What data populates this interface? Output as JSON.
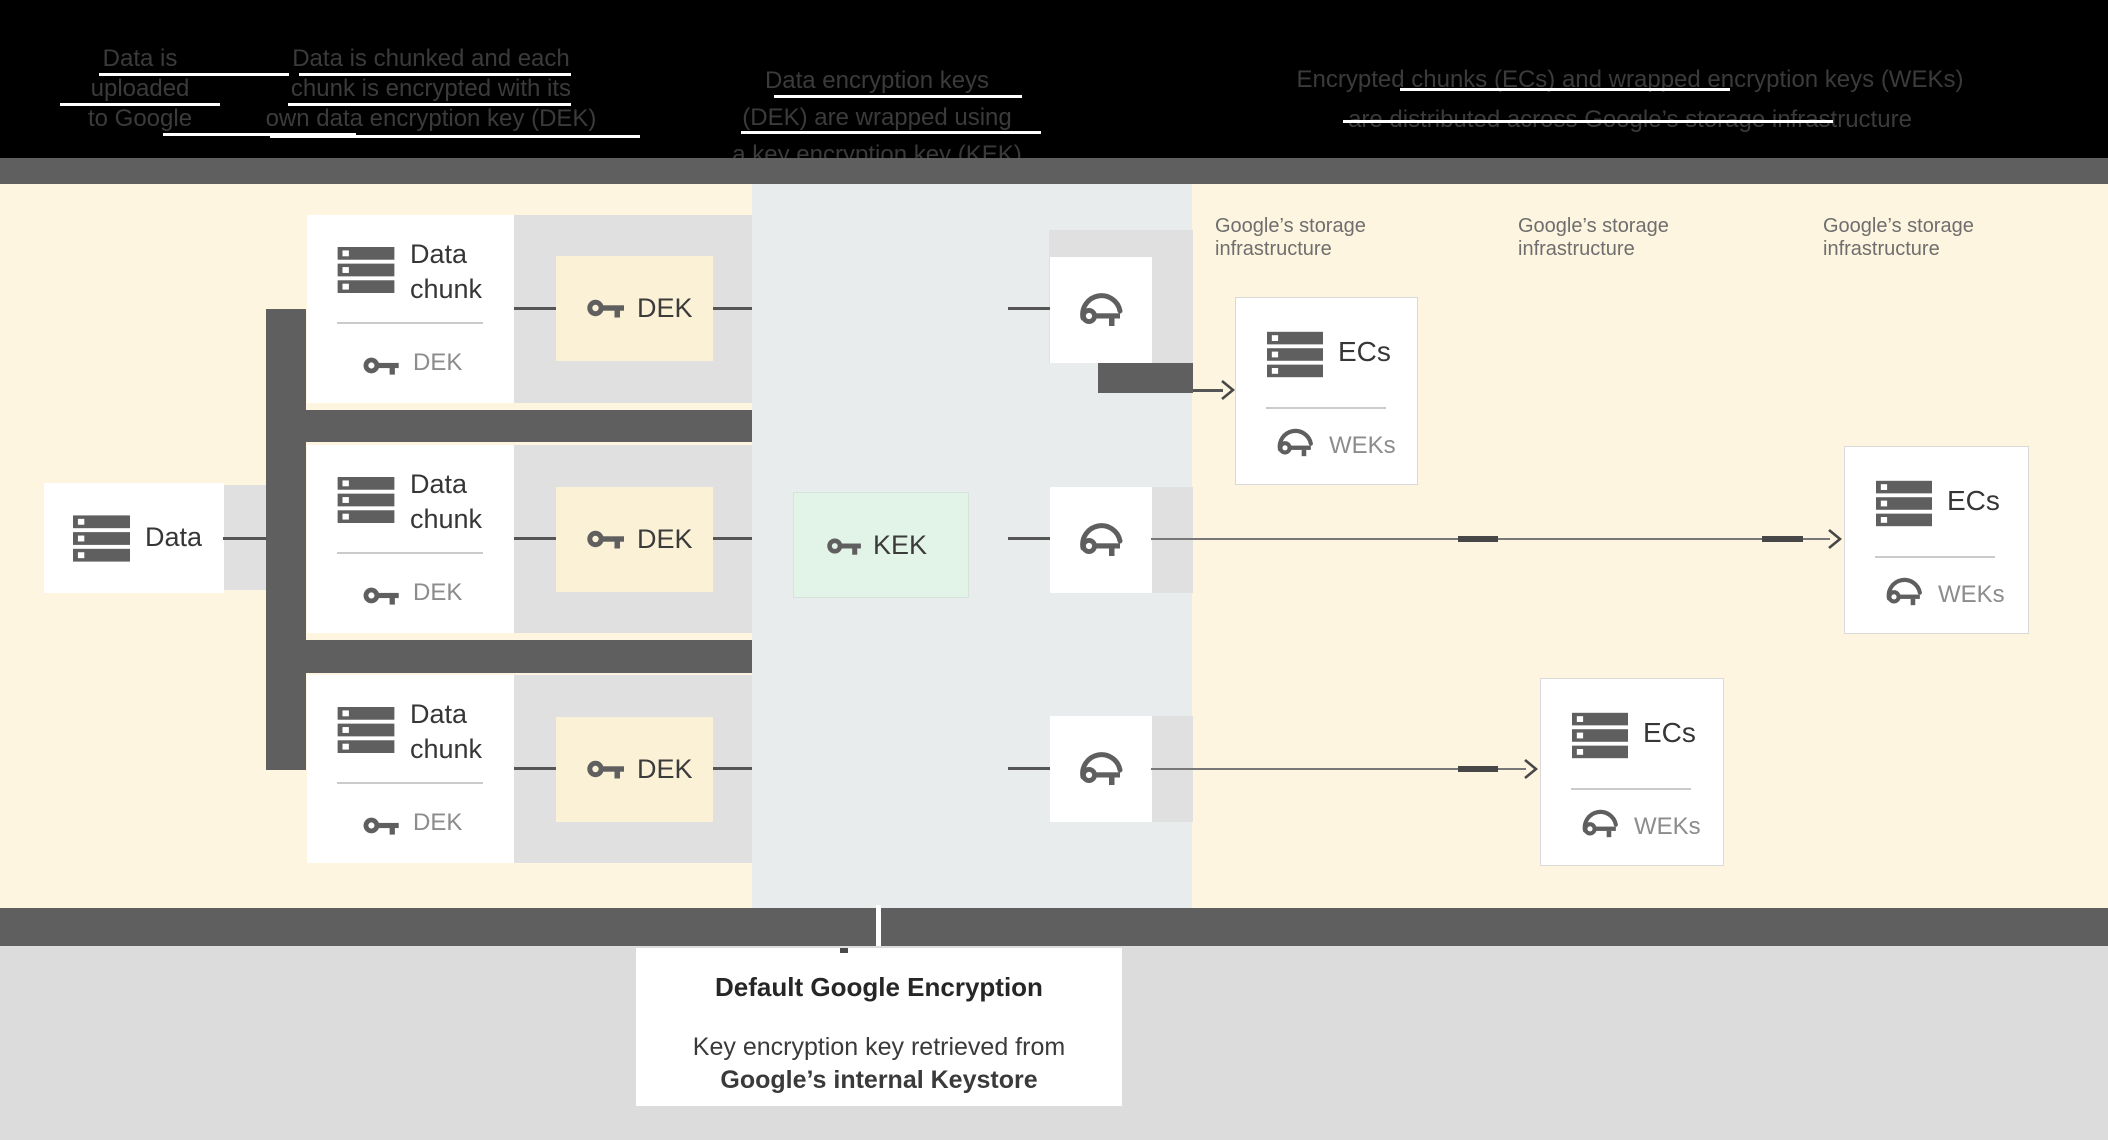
{
  "header": {
    "columns": [
      {
        "lines": [
          "Data is",
          "uploaded",
          "to Google"
        ]
      },
      {
        "lines": [
          "Data is chunked and each",
          "chunk is encrypted with its",
          "own data encryption key (DEK)"
        ]
      },
      {
        "lines": [
          "Data encryption keys",
          "(DEK) are wrapped using",
          "a key encryption key (KEK)"
        ]
      },
      {
        "lines": [
          "Encrypted chunks (ECs) and wrapped encryption keys (WEKs)",
          "are distributed across Google’s storage infrastructure"
        ]
      }
    ]
  },
  "diagram": {
    "data_label": "Data",
    "chunk_label": "Data chunk",
    "dek_label": "DEK",
    "kek_label": "KEK",
    "ecs_label": "ECs",
    "weks_label": "WEKs",
    "storage_caption": "Google’s storage infrastructure"
  },
  "footer": {
    "title": "Default Google Encryption",
    "line1": "Key encryption key retrieved from",
    "line2": "Google’s internal Keystore"
  },
  "colors": {
    "cream_bg": "#fdf5e0",
    "blue_bg": "#e8eced",
    "dek_box": "#fbf1d6",
    "kek_box": "#e2f3e8",
    "dark_bar": "#5f5f5f",
    "light_gray": "#e0e0e0",
    "bottom_bg": "#dcdcdc",
    "line": "#555555",
    "header_text": "#3b3b3b",
    "caption_text": "#6e6e6e"
  }
}
